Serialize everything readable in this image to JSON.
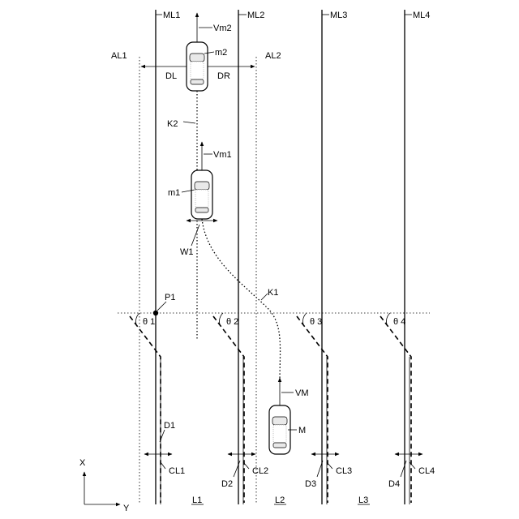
{
  "labels": {
    "ml1": "ML1",
    "ml2": "ML2",
    "ml3": "ML3",
    "ml4": "ML4",
    "vm2": "Vm2",
    "m2": "m2",
    "al1": "AL1",
    "al2": "AL2",
    "dl": "DL",
    "dr": "DR",
    "k2": "K2",
    "vm1": "Vm1",
    "m1": "m1",
    "w1": "W1",
    "p1": "P1",
    "k1": "K1",
    "theta1": "θ 1",
    "theta2": "θ 2",
    "theta3": "θ 3",
    "theta4": "θ 4",
    "vm": "VM",
    "m": "M",
    "d1": "D1",
    "cl1": "CL1",
    "cl2": "CL2",
    "cl3": "CL3",
    "cl4": "CL4",
    "d2": "D2",
    "d3": "D3",
    "d4": "D4",
    "x_axis": "X",
    "y_axis": "Y",
    "l1": "L1",
    "l2": "L2",
    "l3": "L3"
  }
}
